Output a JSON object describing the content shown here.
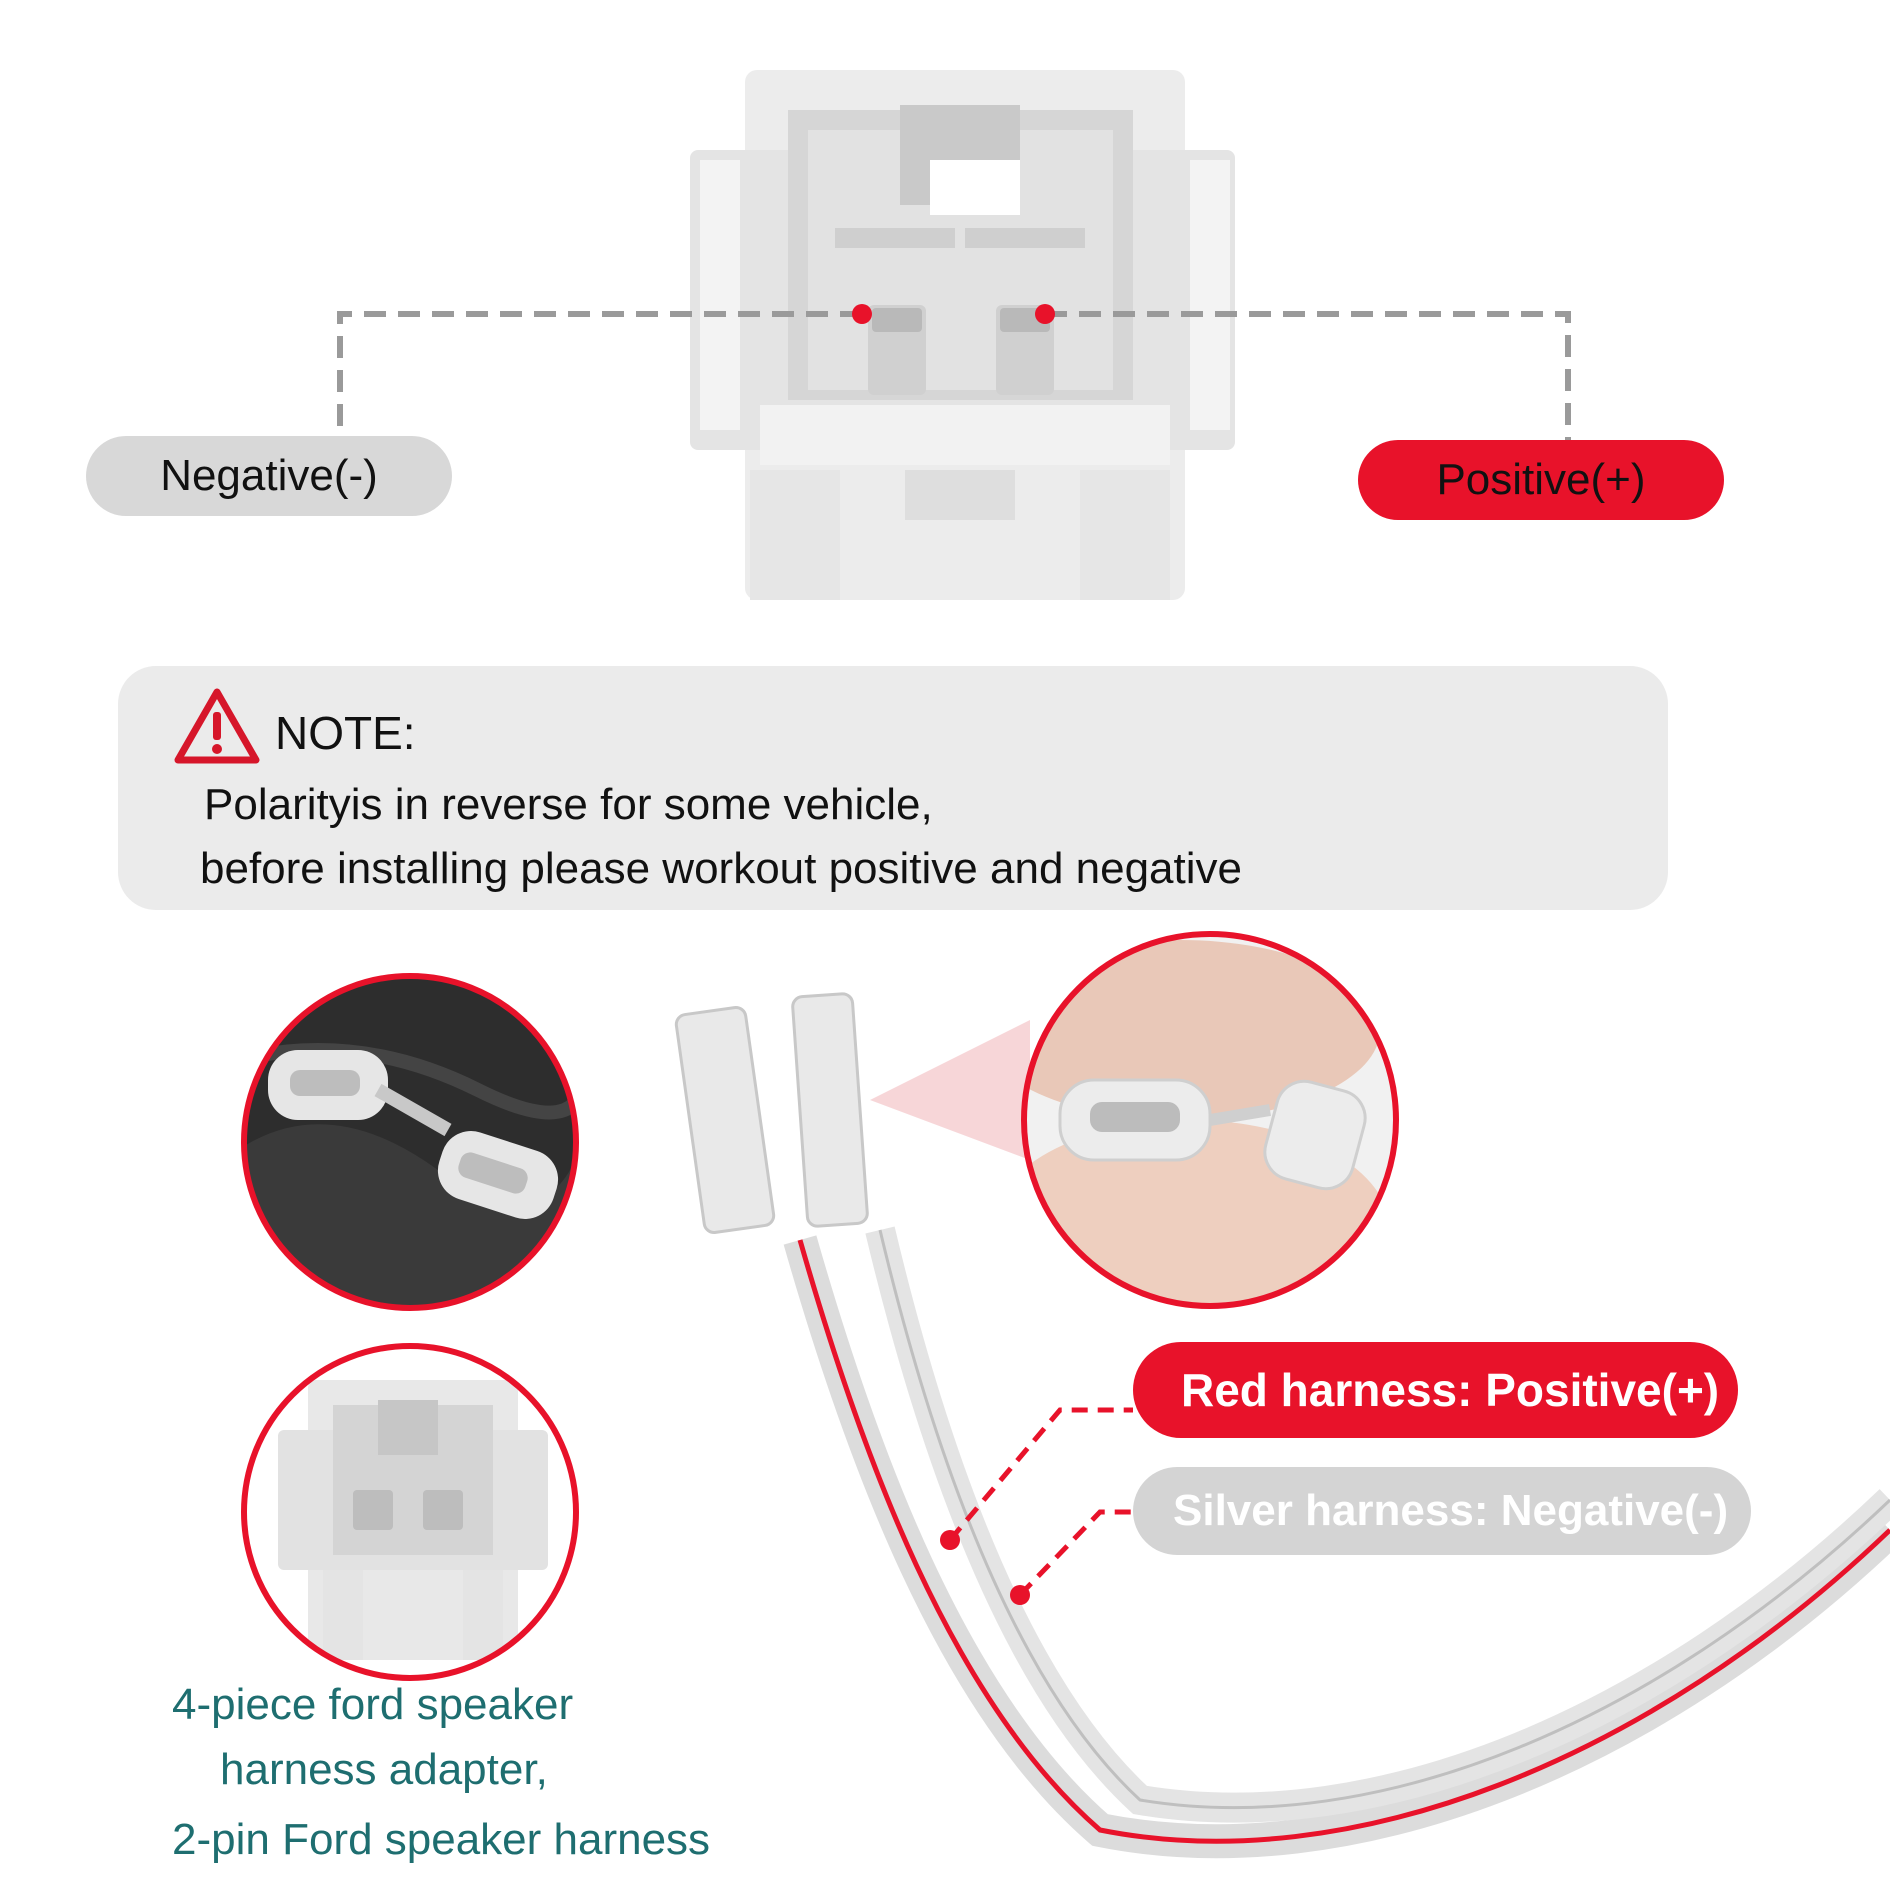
{
  "connector_top": {
    "negative_label": "Negative(-)",
    "positive_label": "Positive(+)"
  },
  "note": {
    "title": "NOTE:",
    "line1": "Polarityis in reverse for some vehicle,",
    "line2": "before installing please workout positive and negative"
  },
  "harness_labels": {
    "red": "Red harness: Positive(+)",
    "silver": "Silver harness: Negative(-)"
  },
  "caption": {
    "line1": "4-piece ford speaker",
    "line2": "harness adapter,",
    "line3": "2-pin Ford speaker harness"
  },
  "colors": {
    "accent_red": "#e8122a",
    "neutral_gray": "#d8d8d8",
    "note_bg": "#ebebeb",
    "caption_teal": "#1e6e70"
  },
  "icons": [
    "warning-triangle-icon"
  ]
}
